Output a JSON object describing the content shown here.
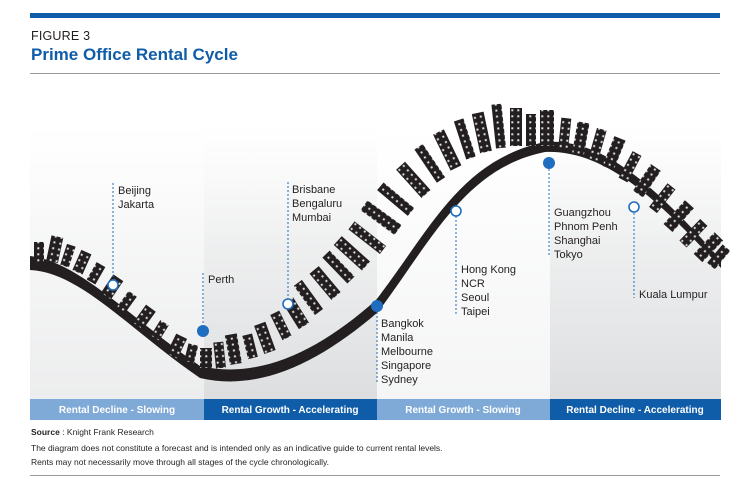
{
  "figure": {
    "label": "FIGURE 3",
    "title": "Prime Office Rental Cycle"
  },
  "phases": [
    {
      "label": "Rental Decline - Slowing",
      "color": "#7fa9d6"
    },
    {
      "label": "Rental Growth - Accelerating",
      "color": "#0f5ca8"
    },
    {
      "label": "Rental Growth - Slowing",
      "color": "#7fa9d6"
    },
    {
      "label": "Rental Decline - Accelerating",
      "color": "#0f5ca8"
    }
  ],
  "markers": [
    {
      "cities": [
        "Beijing",
        "Jakarta"
      ],
      "style": "open"
    },
    {
      "cities": [
        "Perth"
      ],
      "style": "filled"
    },
    {
      "cities": [
        "Brisbane",
        "Bengaluru",
        "Mumbai"
      ],
      "style": "open"
    },
    {
      "cities": [
        "Bangkok",
        "Manila",
        "Melbourne",
        "Singapore",
        "Sydney"
      ],
      "style": "filled"
    },
    {
      "cities": [
        "Hong Kong",
        "NCR",
        "Seoul",
        "Taipei"
      ],
      "style": "open"
    },
    {
      "cities": [
        "Guangzhou",
        "Phnom Penh",
        "Shanghai",
        "Tokyo"
      ],
      "style": "filled"
    },
    {
      "cities": [
        "Kuala Lumpur"
      ],
      "style": "open"
    }
  ],
  "source": {
    "label": "Source",
    "text": " : Knight Frank Research"
  },
  "notes": [
    "The diagram does not constitute a forecast and is intended only as an indicative guide to current rental levels.",
    "Rents may not necessarily move through all stages of the cycle chronologically."
  ],
  "colors": {
    "accent": "#0f5ca8",
    "light_accent": "#7fa9d6",
    "skyline": "#231f20",
    "marker": "#1f6dbf"
  }
}
